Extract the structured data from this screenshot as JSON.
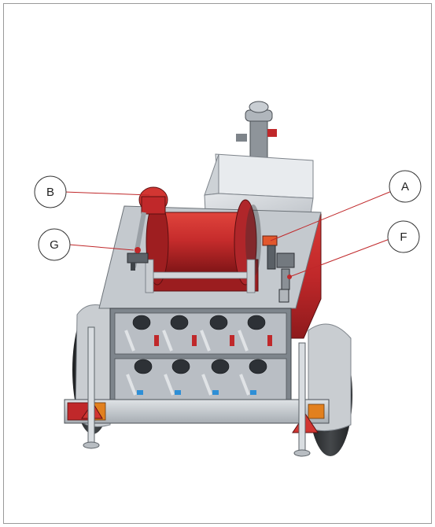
{
  "callouts": {
    "a": {
      "label": "A"
    },
    "b": {
      "label": "B"
    },
    "f": {
      "label": "F"
    },
    "g": {
      "label": "G"
    }
  },
  "colors": {
    "body_red": "#c0282a",
    "dark_red": "#7e1416",
    "steel": "#b7bcc2",
    "light_steel": "#d9dde1",
    "tank": "#d4d8dc",
    "tyre": "#2b2d2f",
    "leader": "#c0282a",
    "frame_border": "#9a9a9a"
  }
}
